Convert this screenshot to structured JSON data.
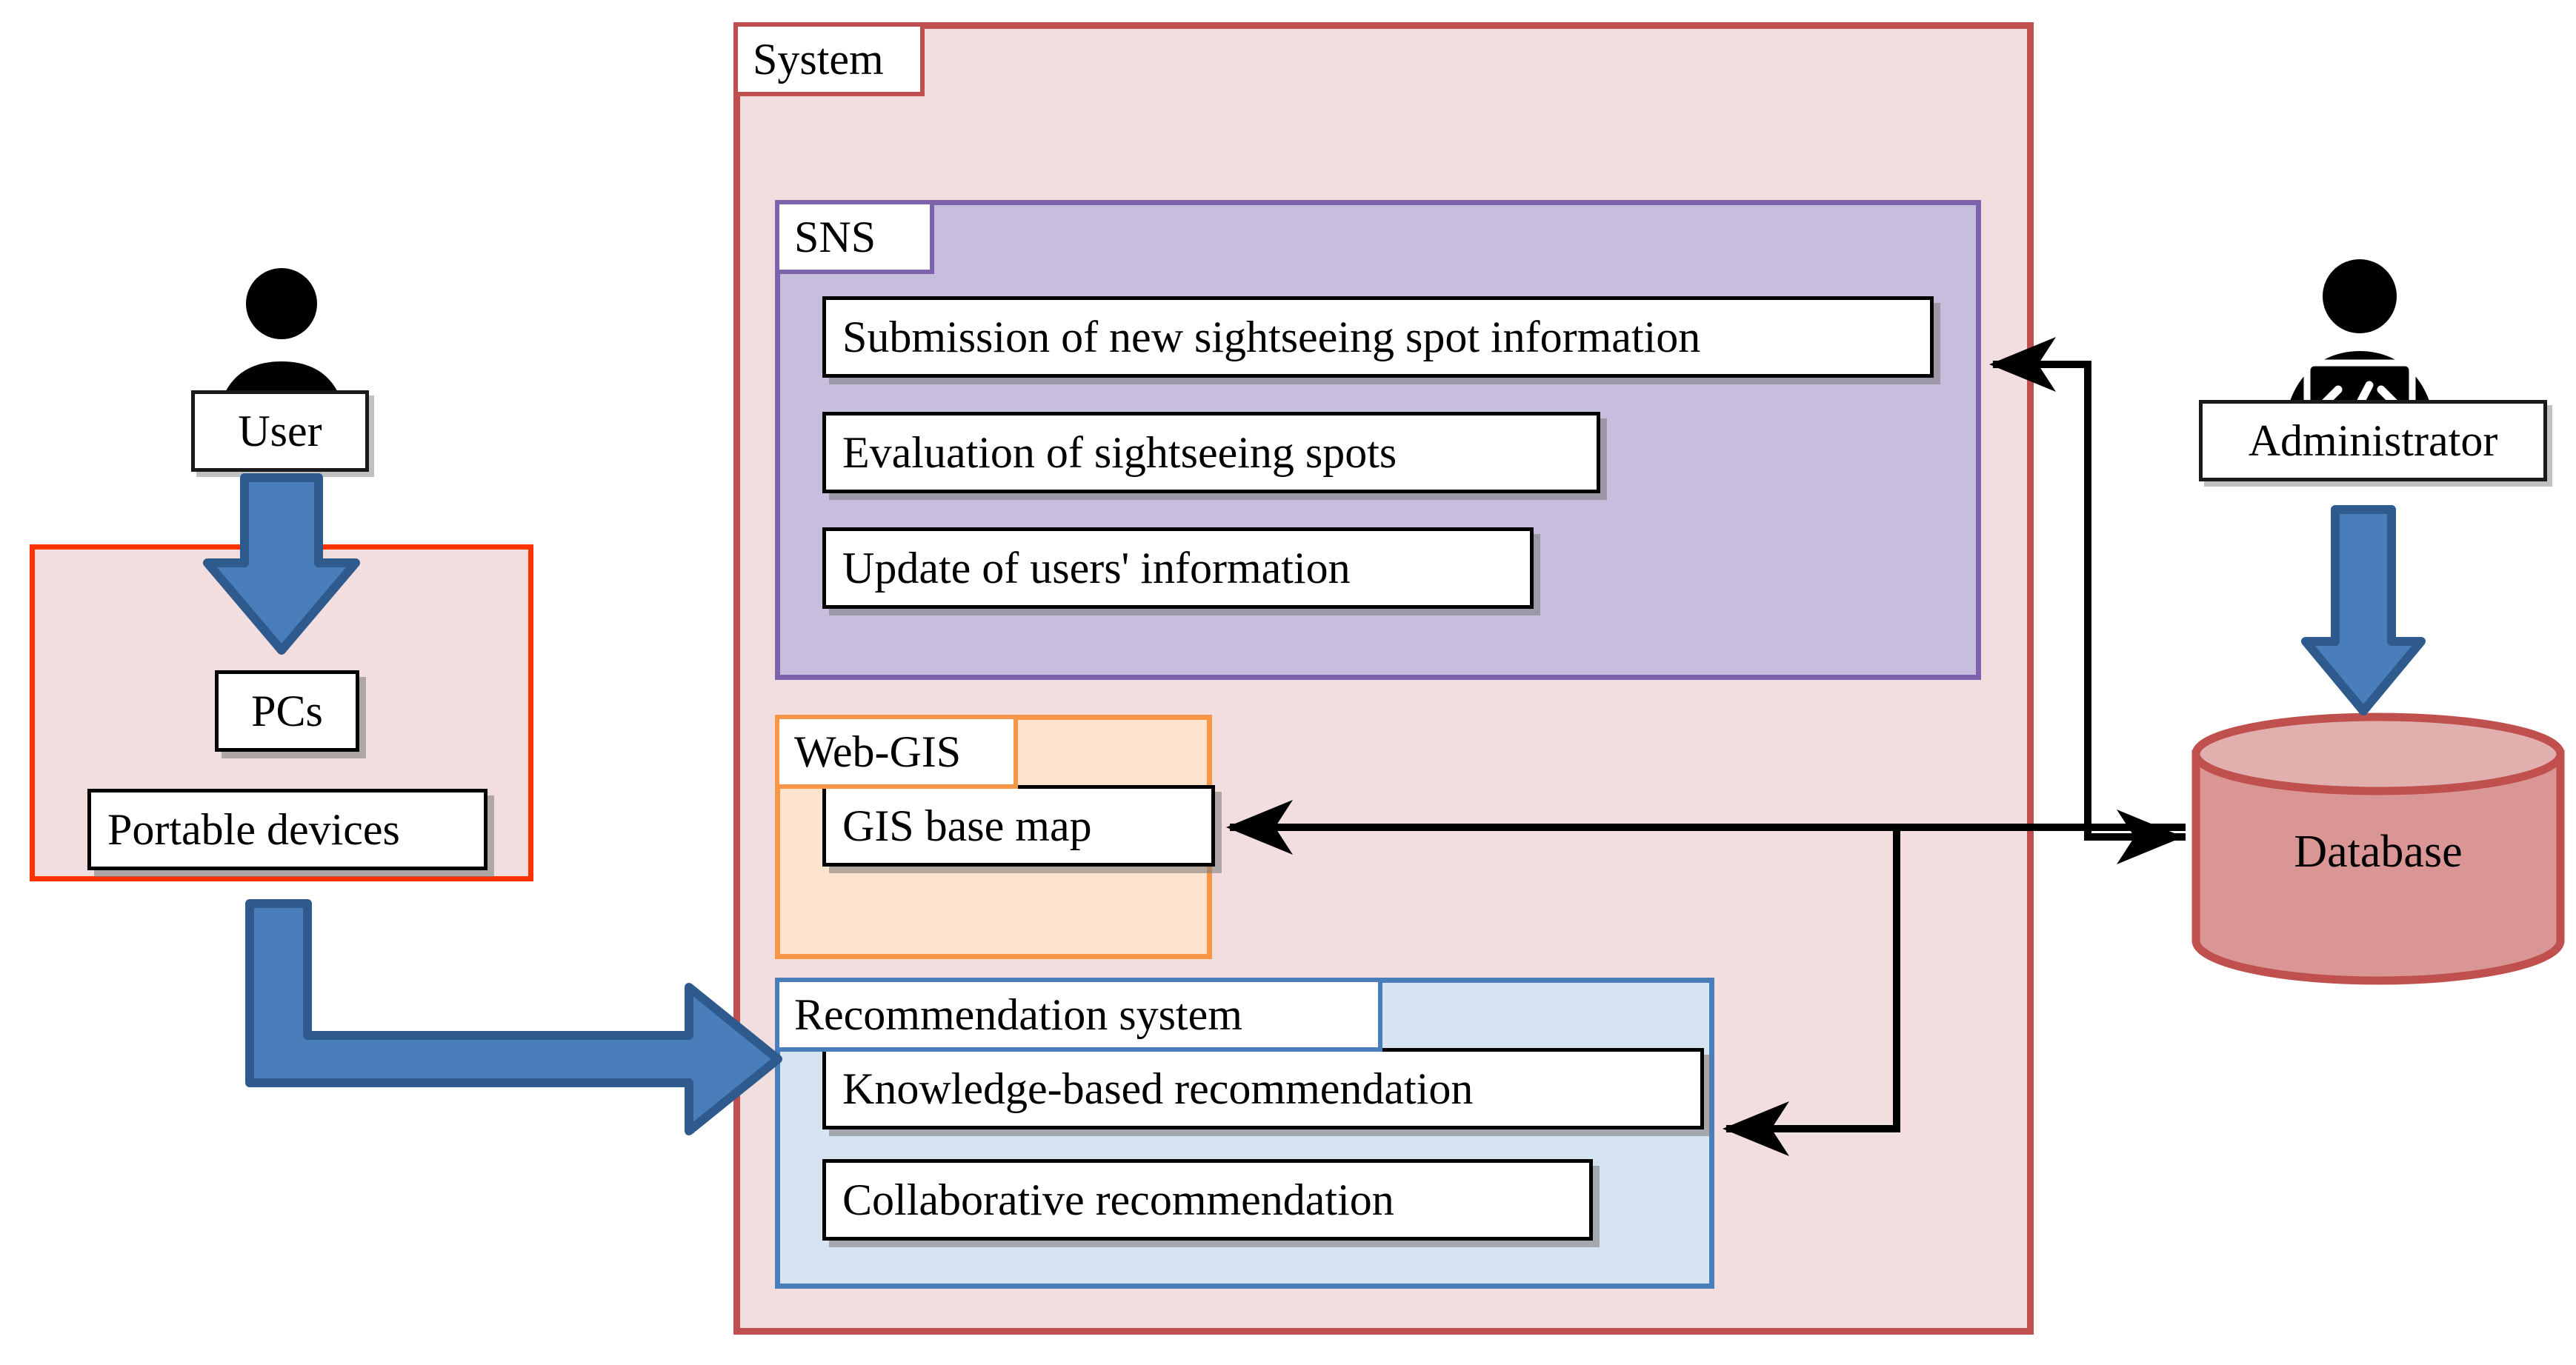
{
  "diagram": {
    "title": "System architecture diagram",
    "colors": {
      "system_border": "#C0504D",
      "system_fill": "#F2DEDE",
      "sns_border": "#7D62AC",
      "sns_fill": "#C7BEDE",
      "webgis_border": "#F79646",
      "webgis_fill": "#FCE3CD",
      "recommendation_border": "#4A7EBB",
      "recommendation_fill": "#D6E3F0",
      "client_border": "#FF3300",
      "client_fill": "#F2DEDE",
      "database_fill": "#D99694",
      "database_border": "#C0504D",
      "block_arrow_fill": "#4A7EBB",
      "block_arrow_border": "#2E5A8E",
      "connector": "#000000"
    }
  },
  "actors": {
    "user": {
      "label": "User",
      "icon": "person-icon"
    },
    "administrator": {
      "label": "Administrator",
      "icon": "person-with-laptop-code-icon"
    }
  },
  "client": {
    "items": [
      {
        "label": "PCs"
      },
      {
        "label": "Portable devices"
      }
    ]
  },
  "system": {
    "title": "System",
    "groups": [
      {
        "key": "sns",
        "title": "SNS",
        "items": [
          {
            "label": "Submission of new sightseeing spot information"
          },
          {
            "label": "Evaluation of sightseeing spots"
          },
          {
            "label": "Update of users' information"
          }
        ]
      },
      {
        "key": "webgis",
        "title": "Web-GIS",
        "items": [
          {
            "label": "GIS base map"
          }
        ]
      },
      {
        "key": "recommendation",
        "title": "Recommendation system",
        "items": [
          {
            "label": "Knowledge-based recommendation"
          },
          {
            "label": "Collaborative recommendation"
          }
        ]
      }
    ]
  },
  "database": {
    "label": "Database"
  },
  "connectors": [
    {
      "from": "database",
      "to": "sns",
      "style": "elbow-arrow",
      "direction": "left"
    },
    {
      "from": "administrator",
      "to": "database",
      "style": "block-arrow",
      "direction": "down"
    },
    {
      "from": "database",
      "to": "gis-base-map",
      "style": "arrow",
      "direction": "left"
    },
    {
      "from": "database",
      "to": "knowledge-based-recommendation",
      "style": "elbow-arrow",
      "direction": "left"
    },
    {
      "from": "user",
      "to": "client",
      "style": "block-arrow",
      "direction": "down"
    },
    {
      "from": "client",
      "to": "system",
      "style": "block-arrow",
      "direction": "right-elbow"
    }
  ]
}
